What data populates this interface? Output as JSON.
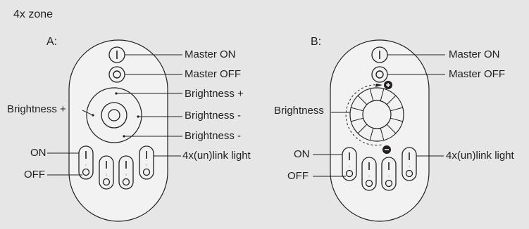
{
  "title": "4x zone",
  "colors": {
    "panel": "#e6e6e7",
    "remote_body": "#f2f2f2",
    "outline": "#231f20",
    "text": "#231f20"
  },
  "remote_a": {
    "letter": "A:",
    "labels": {
      "master_on": "Master ON",
      "master_off": "Master OFF",
      "brightness_up_right": "Brightness +",
      "brightness_down_right": "Brightness -",
      "brightness_down_bottom": "Brightness -",
      "brightness_up_left": "Brightness +",
      "on": "ON",
      "off": "OFF",
      "link": "4x(un)link light"
    },
    "zone_numbers": [
      "1",
      "2",
      "3",
      "4"
    ]
  },
  "remote_b": {
    "letter": "B:",
    "labels": {
      "master_on": "Master ON",
      "master_off": "Master OFF",
      "brightness": "Brightness",
      "on": "ON",
      "off": "OFF",
      "link": "4x(un)link light"
    },
    "zone_numbers": [
      "1",
      "2",
      "3",
      "4"
    ]
  },
  "icons": {
    "power": "power-on-icon",
    "power_off": "power-off-icon",
    "plus": "plus-icon",
    "minus": "minus-icon"
  }
}
